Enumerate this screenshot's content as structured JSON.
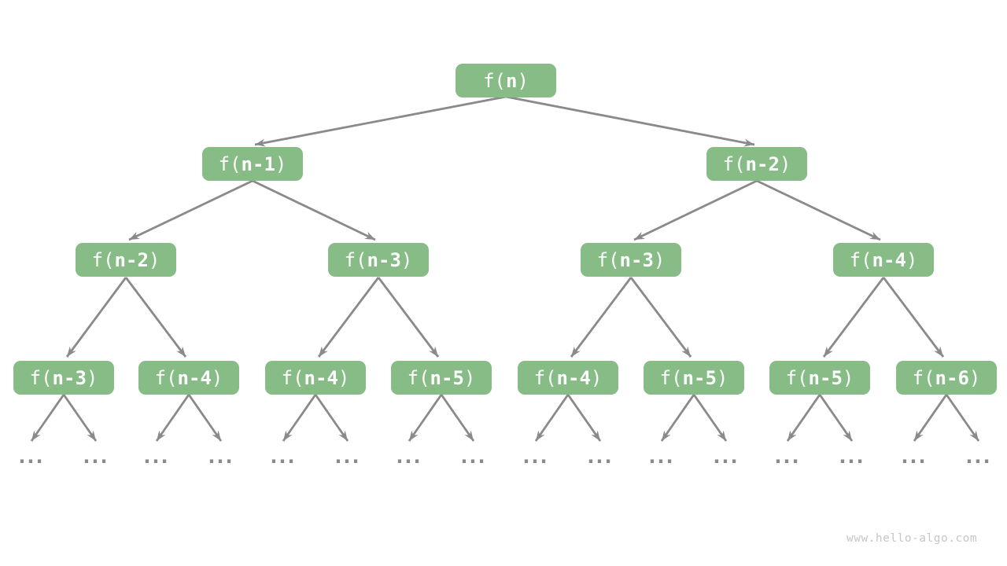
{
  "colors": {
    "node_fill": "#87BC87",
    "node_text": "#FFFFFF",
    "edge": "#8A8A8A",
    "leaf_dots": "#8A8A8A",
    "watermark_text": "#C6C6C6",
    "background": "#FFFFFF"
  },
  "nodes": [
    {
      "pre": "f(",
      "arg": "n",
      "post": ")"
    },
    {
      "pre": "f(",
      "arg": "n-1",
      "post": ")"
    },
    {
      "pre": "f(",
      "arg": "n-2",
      "post": ")"
    },
    {
      "pre": "f(",
      "arg": "n-2",
      "post": ")"
    },
    {
      "pre": "f(",
      "arg": "n-3",
      "post": ")"
    },
    {
      "pre": "f(",
      "arg": "n-3",
      "post": ")"
    },
    {
      "pre": "f(",
      "arg": "n-4",
      "post": ")"
    },
    {
      "pre": "f(",
      "arg": "n-3",
      "post": ")"
    },
    {
      "pre": "f(",
      "arg": "n-4",
      "post": ")"
    },
    {
      "pre": "f(",
      "arg": "n-4",
      "post": ")"
    },
    {
      "pre": "f(",
      "arg": "n-5",
      "post": ")"
    },
    {
      "pre": "f(",
      "arg": "n-4",
      "post": ")"
    },
    {
      "pre": "f(",
      "arg": "n-5",
      "post": ")"
    },
    {
      "pre": "f(",
      "arg": "n-5",
      "post": ")"
    },
    {
      "pre": "f(",
      "arg": "n-6",
      "post": ")"
    }
  ],
  "leaf_ellipsis": "...",
  "watermark": "www.hello-algo.com"
}
